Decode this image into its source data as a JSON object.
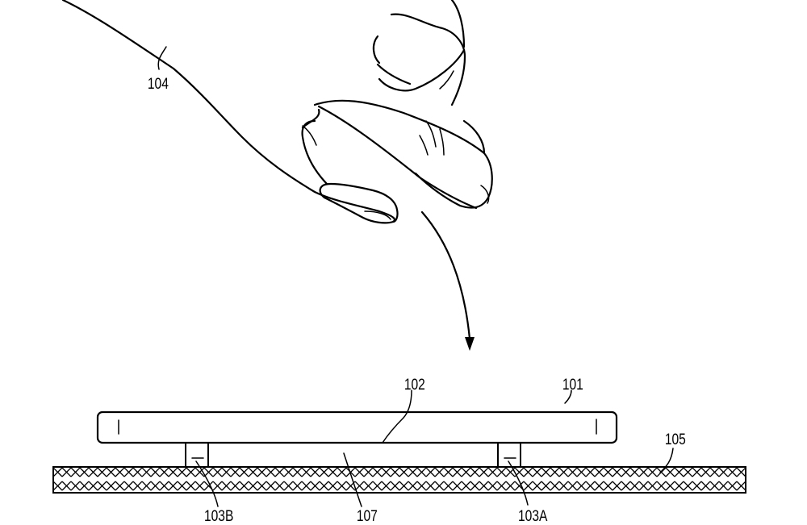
{
  "labels": {
    "hand": "104",
    "device_top": "101",
    "device_surface": "102",
    "support_right": "103A",
    "support_left": "103B",
    "table": "105",
    "gap": "107"
  },
  "colors": {
    "line": "#000000",
    "background": "#ffffff"
  }
}
